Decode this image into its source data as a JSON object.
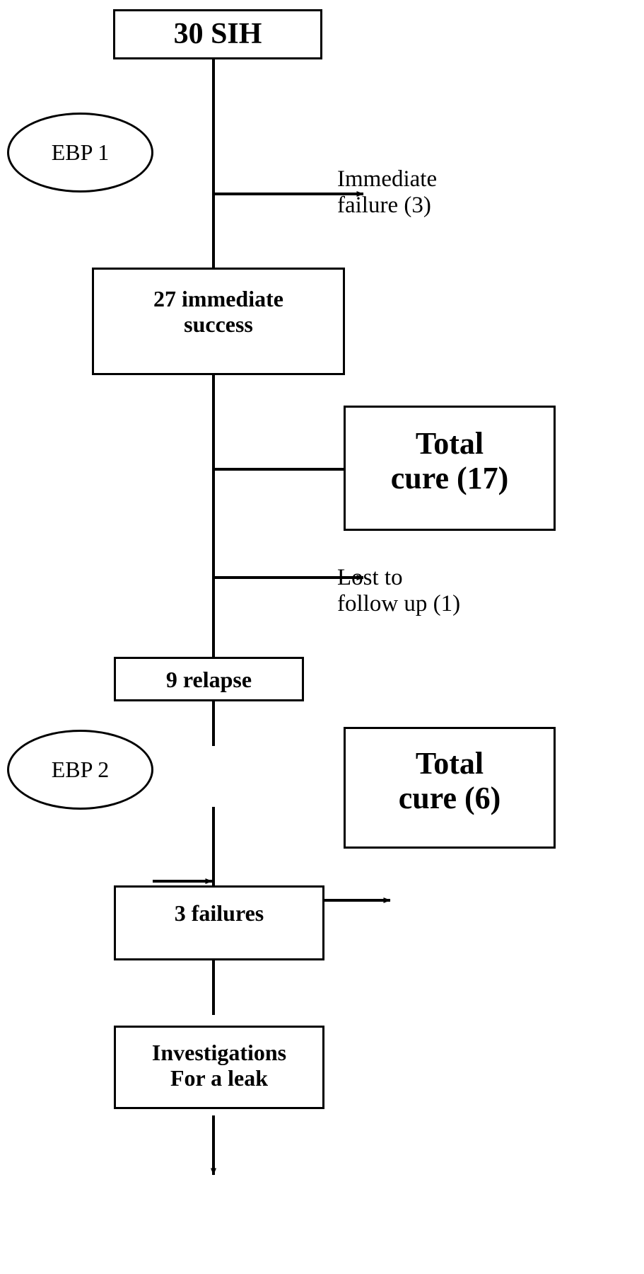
{
  "diagram": {
    "title": "SIH treatment outcome flowchart",
    "stroke_color": "#000000",
    "background_color": "#ffffff",
    "nodes": [
      {
        "id": "start",
        "shape": "box",
        "label": "30 SIH"
      },
      {
        "id": "ebp1",
        "shape": "ellipse",
        "label": "EBP 1"
      },
      {
        "id": "immediate_failure",
        "shape": "text",
        "label": "Immediate\nfailure (3)"
      },
      {
        "id": "immediate_success",
        "shape": "box",
        "label": "27 immediate\nsuccess"
      },
      {
        "id": "total_cure_17",
        "shape": "box",
        "label": "Total\ncure (17)"
      },
      {
        "id": "lost_follow_up",
        "shape": "text",
        "label": "Lost to\nfollow up (1)"
      },
      {
        "id": "relapse",
        "shape": "box",
        "label": "9 relapse"
      },
      {
        "id": "ebp2",
        "shape": "ellipse",
        "label": "EBP 2"
      },
      {
        "id": "total_cure_6",
        "shape": "box",
        "label": "Total\ncure (6)"
      },
      {
        "id": "failures",
        "shape": "box",
        "label": "3 failures"
      },
      {
        "id": "investigations",
        "shape": "box",
        "label": "Investigations\nFor a leak"
      }
    ],
    "counts": {
      "total_patients": 30,
      "immediate_failure": 3,
      "immediate_success": 27,
      "total_cure_after_ebp1": 17,
      "lost_to_follow_up": 1,
      "relapse": 9,
      "total_cure_after_ebp2": 6,
      "failures": 3
    }
  }
}
